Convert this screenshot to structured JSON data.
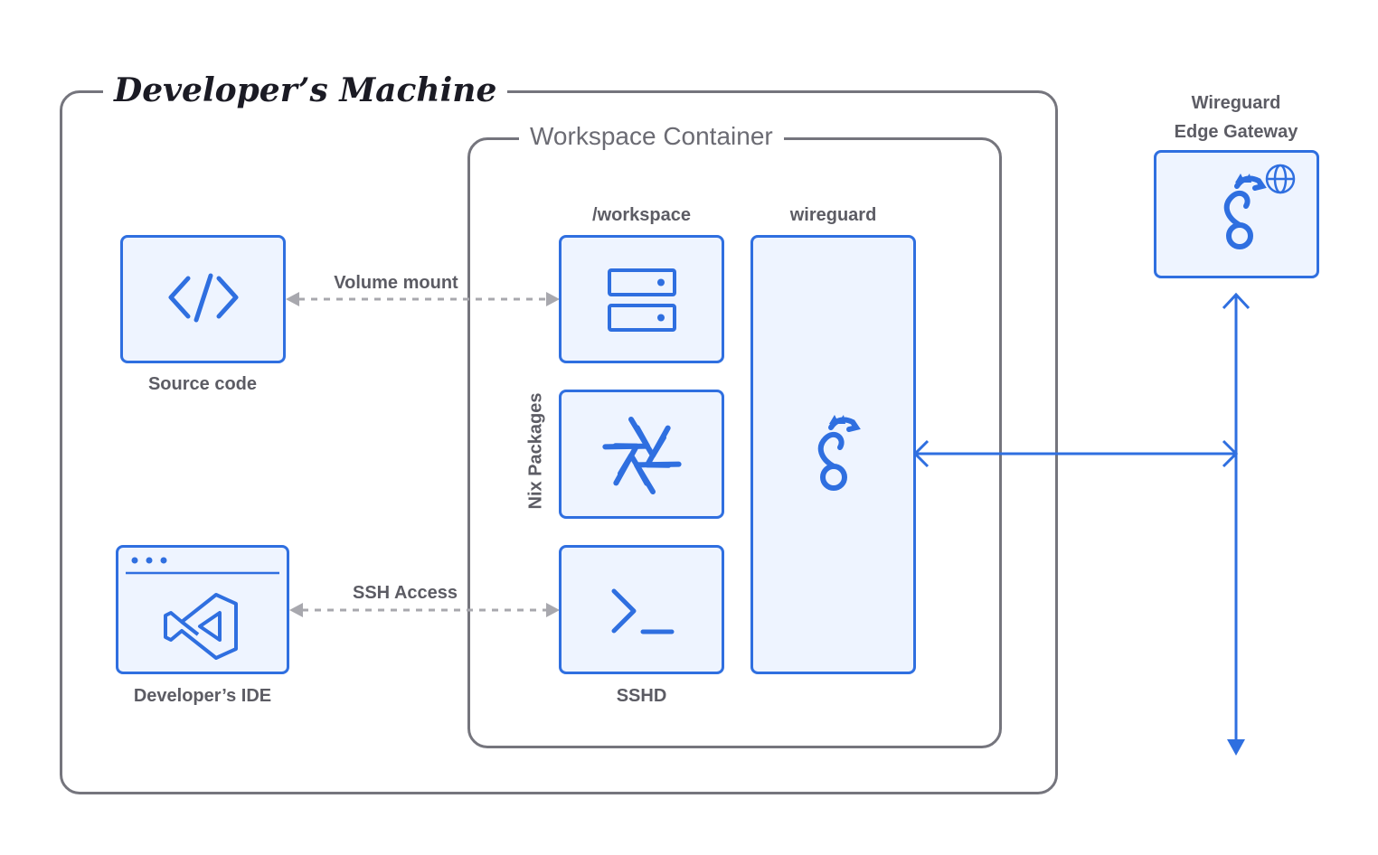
{
  "machine": {
    "title": "Developer’s Machine"
  },
  "container": {
    "title": "Workspace Container"
  },
  "nodes": {
    "source_code": {
      "label": "Source code",
      "icon": "code-icon"
    },
    "developer_ide": {
      "label": "Developer’s IDE",
      "icon": "vscode-icon"
    },
    "workspace": {
      "label": "/workspace",
      "icon": "storage-icon"
    },
    "nix": {
      "label": "Nix Packages",
      "icon": "nix-snowflake-icon"
    },
    "sshd": {
      "label": "SSHD",
      "icon": "terminal-icon"
    },
    "wireguard": {
      "label": "wireguard",
      "icon": "wireguard-dragon-icon"
    },
    "gateway": {
      "label_line1": "Wireguard",
      "label_line2": "Edge Gateway",
      "icon": "wireguard-globe-icon"
    }
  },
  "edges": {
    "volume_mount": {
      "label": "Volume mount"
    },
    "ssh_access": {
      "label": "SSH Access"
    }
  },
  "colors": {
    "accent": "#2f6fe0",
    "fill": "#eef4ff",
    "frame": "#75757d",
    "dashed": "#a8a8ae",
    "text": "#5c5c64"
  }
}
